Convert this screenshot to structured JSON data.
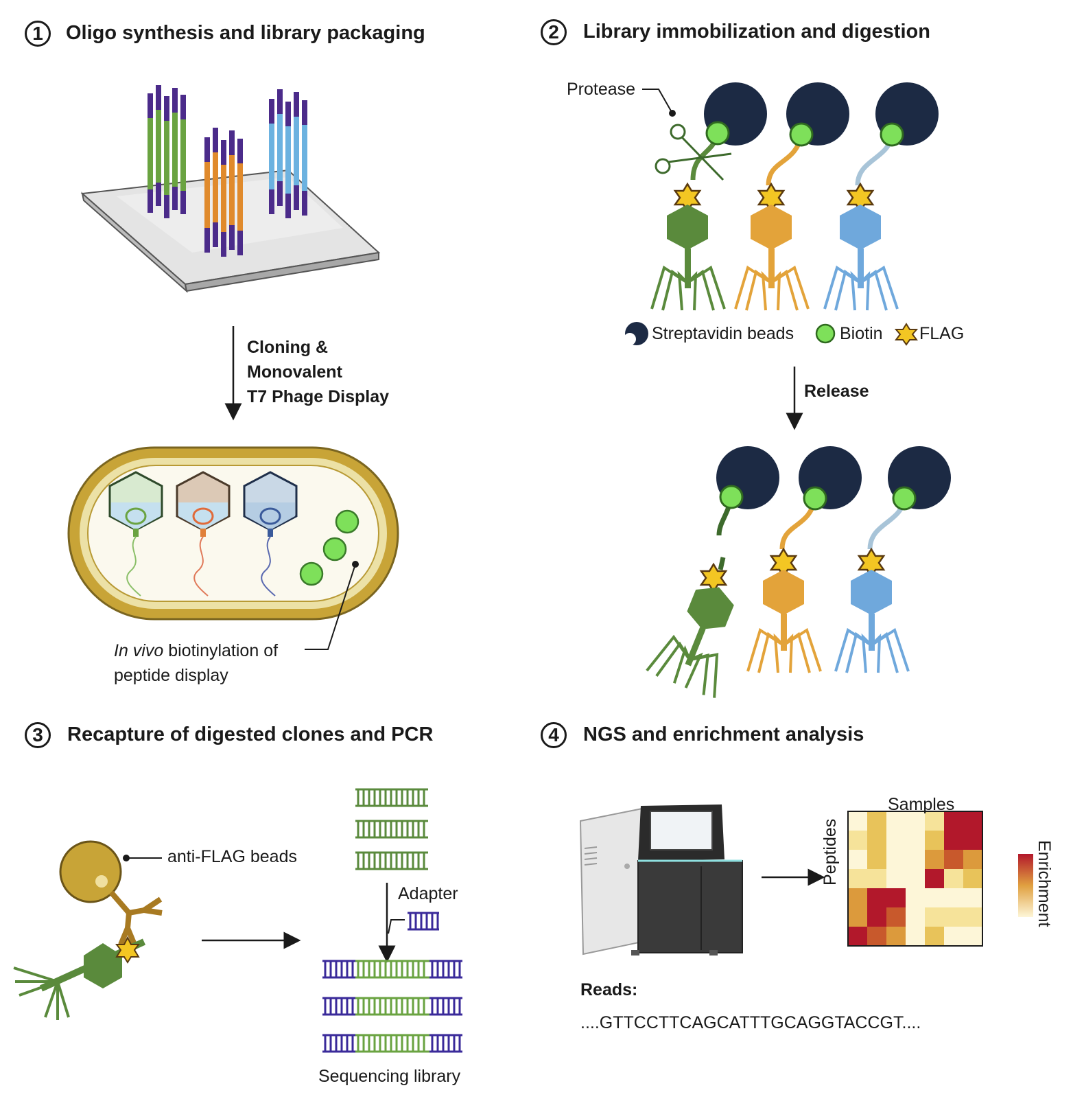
{
  "panels": [
    {
      "number": "1",
      "title": "Oligo synthesis and library packaging"
    },
    {
      "number": "2",
      "title": "Library immobilization and digestion"
    },
    {
      "number": "3",
      "title": "Recapture of digested clones and PCR"
    },
    {
      "number": "4",
      "title": "NGS and enrichment analysis"
    }
  ],
  "panel1": {
    "arrow_label": [
      "Cloning &",
      "Monovalent",
      "T7 Phage Display"
    ],
    "cell_label_italic": "In vivo",
    "cell_label_rest": " biotinylation of",
    "cell_label_line2": "peptide display"
  },
  "panel2": {
    "protease_label": "Protease",
    "legend": {
      "beads": "Streptavidin beads",
      "biotin": "Biotin",
      "flag": "FLAG"
    },
    "release_label": "Release"
  },
  "panel3": {
    "beads_label": "anti-FLAG beads",
    "adapter_label": "Adapter",
    "library_label": "Sequencing library"
  },
  "panel4": {
    "samples_label": "Samples",
    "peptides_label": "Peptides",
    "enrichment_label": "Enrichment",
    "reads_label": "Reads:",
    "reads_sequence": "....GTTCCTTCAGCATTTGCAGGTACCGT...."
  },
  "colors": {
    "green": "#5a8a3c",
    "orange": "#e3a33a",
    "blue": "#6fa8dc",
    "purple": "#4b2b8a",
    "bead": "#1c2a44",
    "biotin": "#7ee05a",
    "flag": "#f3c623"
  }
}
